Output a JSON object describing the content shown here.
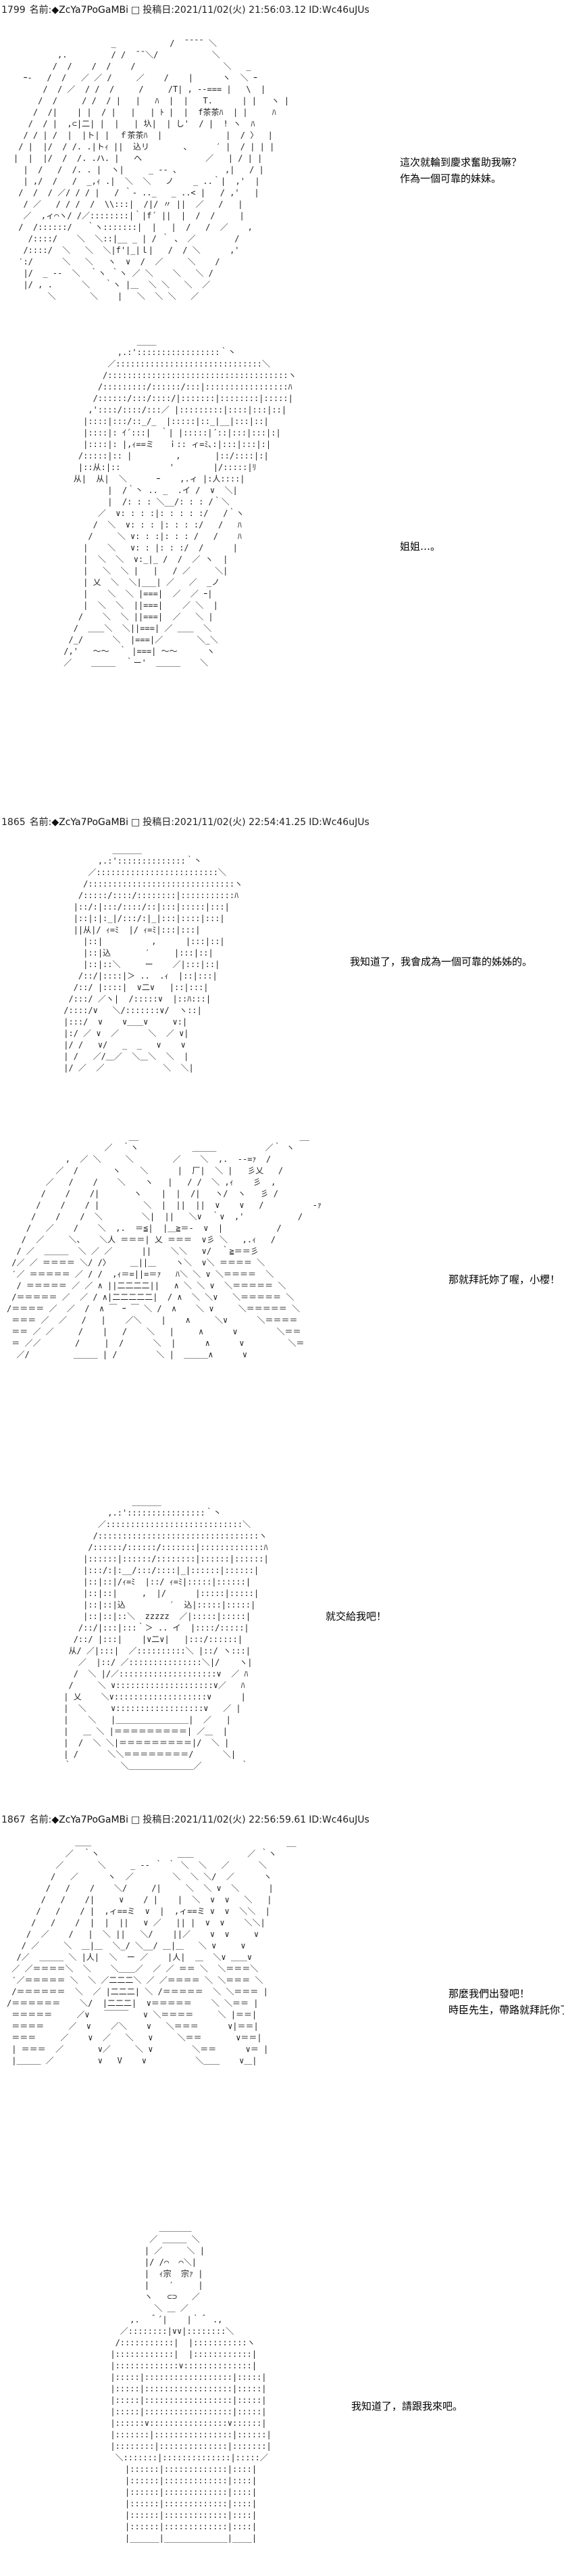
{
  "posts": [
    {
      "number": "1799",
      "name_label": "名前:",
      "name": "◆ZcYa7PoGaMBi",
      "date_label": "投稿日:",
      "datetime": "2021/11/02(火) 21:56:03.12",
      "id": "ID:Wc46uJUs"
    },
    {
      "number": "1865",
      "name_label": "名前:",
      "name": "◆ZcYa7PoGaMBi",
      "date_label": "投稿日:",
      "datetime": "2021/11/02(火) 22:54:41.25",
      "id": "ID:Wc46uJUs"
    },
    {
      "number": "1867",
      "name_label": "名前:",
      "name": "◆ZcYa7PoGaMBi",
      "date_label": "投稿日:",
      "datetime": "2021/11/02(火) 22:56:59.61",
      "id": "ID:Wc46uJUs"
    }
  ],
  "dialogues": [
    {
      "lines": [
        "這次就輪到慶求奮助我嘛？",
        "作為一個可靠的妹妹。"
      ]
    },
    {
      "lines": [
        "姐姐…。"
      ]
    },
    {
      "lines": [
        "我知道了，我會成為一個可靠的姊姊的。"
      ]
    },
    {
      "lines": [
        "那就拜託妳了喔，小櫻！"
      ]
    },
    {
      "lines": [
        "就交給我吧！"
      ]
    },
    {
      "lines": [
        "那麼我們出發吧！",
        "時臣先生，帶路就拜託你了！"
      ]
    },
    {
      "lines": [
        "我知道了，請跟我來吧。"
      ]
    }
  ]
}
